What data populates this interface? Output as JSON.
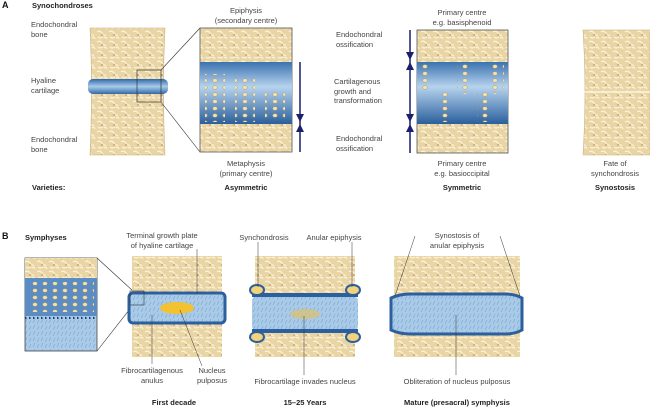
{
  "panel_a": {
    "letter": "A",
    "title": "Synochondroses",
    "labels": {
      "endochondral_bone_top": [
        "Endochondral",
        "bone"
      ],
      "hyaline_cartilage": [
        "Hyaline",
        "cartilage"
      ],
      "endochondral_bone_bottom": [
        "Endochondral",
        "bone"
      ],
      "epiphysis": [
        "Epiphysis",
        "(secondary centre)"
      ],
      "metaphysis": [
        "Metaphysis",
        "(primary centre)"
      ],
      "endochondral_ossification_top": [
        "Endochondral",
        "ossification"
      ],
      "cartilagenous_growth": [
        "Cartilagenous",
        "growth and",
        "transformation"
      ],
      "endochondral_ossification_bottom": [
        "Endochondral",
        "ossification"
      ],
      "primary_centre_top": [
        "Primary centre",
        "e.g. basisphenoid"
      ],
      "primary_centre_bottom": [
        "Primary centre",
        "e.g. basioccipital"
      ],
      "fate": [
        "Fate of",
        "synchondrosis"
      ]
    },
    "varieties_label": "Varieties:",
    "varieties": [
      "Asymmetric",
      "Symmetric",
      "Synostosis"
    ]
  },
  "panel_b": {
    "letter": "B",
    "title": "Symphyses",
    "labels": {
      "terminal_growth_plate": [
        "Terminal growth plate",
        "of hyaline cartilage"
      ],
      "fibrocartilagenous_anulus": [
        "Fibrocartilagenous",
        "anulus"
      ],
      "nucleus_pulposus": [
        "Nucleus",
        "pulposus"
      ],
      "synchondrosis": "Synchondrosis",
      "anular_epiphysis": "Anular epiphysis",
      "fibrocartilage_invades": "Fibrocartilage invades nucleus",
      "synostosis_anular": [
        "Synostosis of",
        "anular epiphysis"
      ],
      "obliteration": "Obliteration of nucleus pulposus"
    },
    "stages": [
      "First decade",
      "15–25 Years",
      "Mature (presacral) symphysis"
    ]
  },
  "colors": {
    "bone": "#e8d3a4",
    "cartilage": "#4a7fb8",
    "arrow": "#1c1f6e",
    "nucleus": "#f2c230"
  }
}
